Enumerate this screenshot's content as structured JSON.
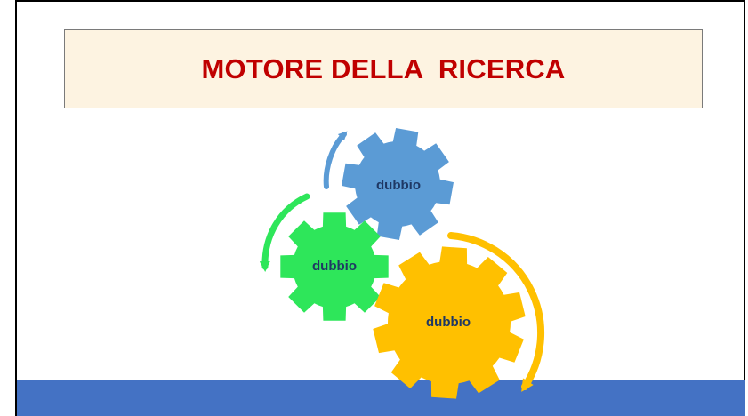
{
  "title": {
    "text": "MOTORE DELLA  RICERCA",
    "color": "#c00000",
    "background": "#fdf3e1"
  },
  "band_color": "#4472c4",
  "gears": [
    {
      "id": "blue",
      "label": "dubbio",
      "color": "#5b9bd5",
      "arrow_color": "#5b9bd5"
    },
    {
      "id": "green",
      "label": "dubbio",
      "color": "#2ee65a",
      "arrow_color": "#2ee65a"
    },
    {
      "id": "yellow",
      "label": "dubbio",
      "color": "#ffc000",
      "arrow_color": "#ffc000"
    }
  ],
  "label_color": "#1f3864"
}
